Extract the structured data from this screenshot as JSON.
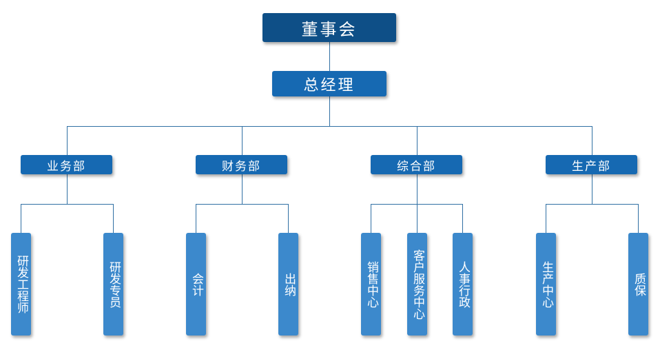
{
  "board": "董事会",
  "general_manager": "总经理",
  "departments": [
    {
      "name": "业务部",
      "units": [
        "研发工程师",
        "研发专员"
      ]
    },
    {
      "name": "财务部",
      "units": [
        "会计",
        "出纳"
      ]
    },
    {
      "name": "综合部",
      "units": [
        "销售中心",
        "客户服务中心",
        "人事行政"
      ]
    },
    {
      "name": "生产部",
      "units": [
        "生产中心",
        "质保"
      ]
    }
  ],
  "colors": {
    "board": "#0e4f87",
    "department": "#1669b2",
    "unit": "#3c89cc",
    "connector": "#2f6fa3"
  }
}
